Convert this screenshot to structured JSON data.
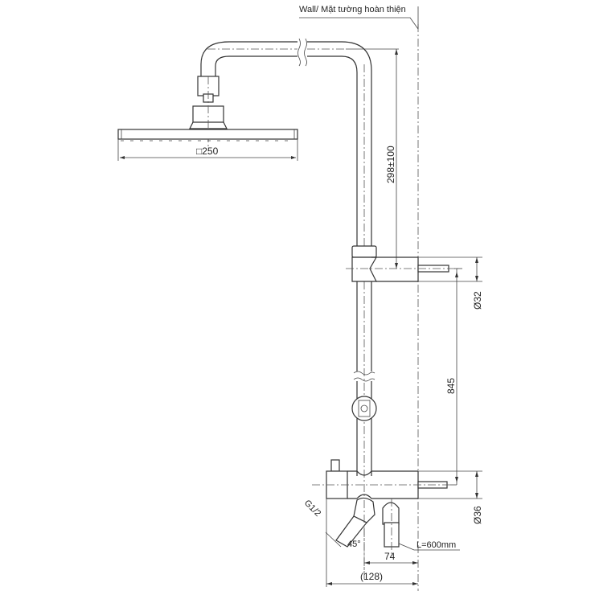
{
  "drawing": {
    "wall_label": "Wall/ Mặt tường hoàn thiện",
    "dimensions": {
      "shower_head_size": "□250",
      "arm_height": "298±100",
      "upper_bracket_dia": "Ø32",
      "bracket_spacing": "845",
      "lower_body_dia": "Ø36",
      "inlet_thread": "G1/2",
      "outlet_angle": "45°",
      "hose_length": "L=600mm",
      "spout_offset": "74",
      "total_depth": "(128)"
    }
  }
}
